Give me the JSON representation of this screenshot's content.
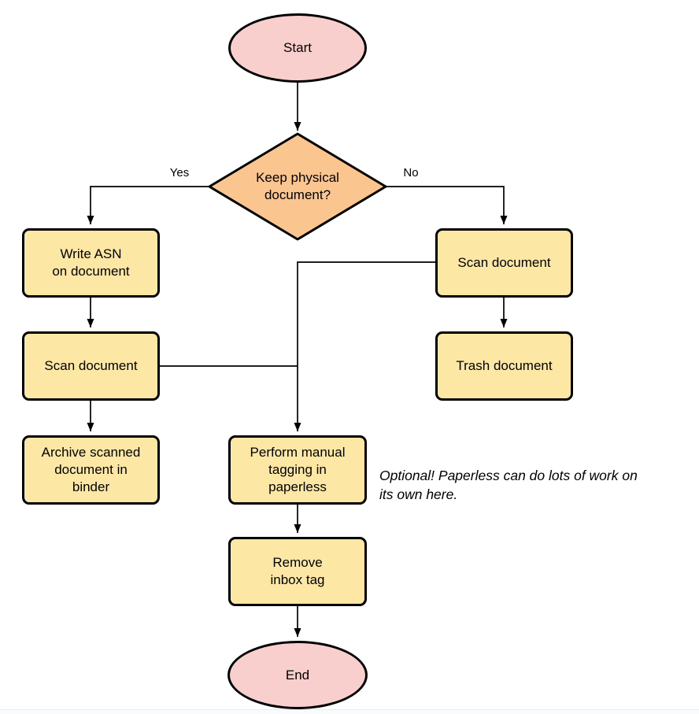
{
  "diagram": {
    "nodes": {
      "start": {
        "label": "Start",
        "shape": "terminator"
      },
      "decision": {
        "label": "Keep physical\ndocument?",
        "shape": "decision"
      },
      "write_asn": {
        "label": "Write ASN\non document",
        "shape": "process"
      },
      "scan_left": {
        "label": "Scan document",
        "shape": "process"
      },
      "archive": {
        "label": "Archive scanned\ndocument in\nbinder",
        "shape": "process"
      },
      "scan_right": {
        "label": "Scan document",
        "shape": "process"
      },
      "trash": {
        "label": "Trash document",
        "shape": "process"
      },
      "tagging": {
        "label": "Perform manual\ntagging in\npaperless",
        "shape": "process"
      },
      "remove": {
        "label": "Remove\ninbox tag",
        "shape": "process"
      },
      "end": {
        "label": "End",
        "shape": "terminator"
      }
    },
    "edge_labels": {
      "yes": "Yes",
      "no": "No"
    },
    "annotation": "Optional! Paperless can do lots of work on\nits own here.",
    "colors": {
      "terminator_fill": "#f8cfcd",
      "decision_fill": "#fbc58f",
      "process_fill": "#fce8a4",
      "stroke": "#000000"
    }
  }
}
